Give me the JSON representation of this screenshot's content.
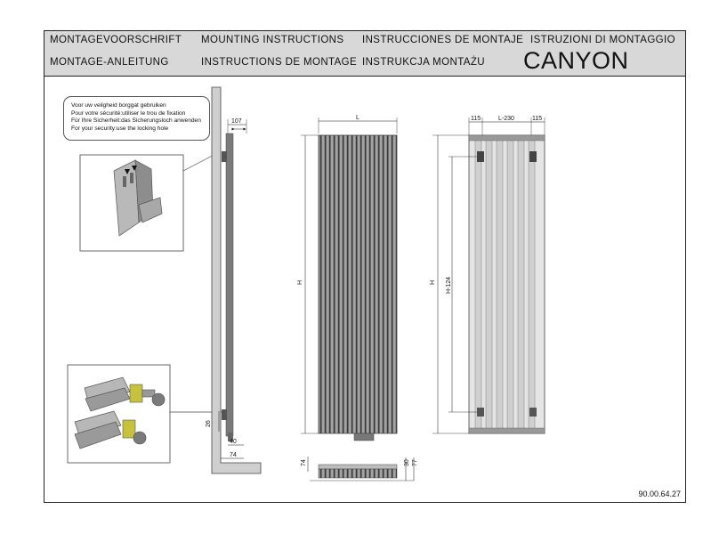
{
  "header": {
    "row1": [
      "MONTAGEVOORSCHRIFT",
      "MOUNTING INSTRUCTIONS",
      "INSTRUCCIONES DE MONTAJE",
      "ISTRUZIONI DI MONTAGGIO"
    ],
    "row2": [
      "MONTAGE-ANLEITUNG",
      "INSTRUCTIONS DE MONTAGE",
      "INSTRUKCJA MONTAŻU"
    ],
    "brand": "CANYON"
  },
  "safety_note": [
    "Voor uw veilgheid borggat gebruiken",
    "Pour votre sécurité:utiliser le trou de fixation",
    "Für Ihre Sicherheit:das Sicherungsloch anwenden",
    "For your security:use the locking hole"
  ],
  "dimensions": {
    "side_depth": "107",
    "width": "L",
    "height_front": "H",
    "height_back": "H",
    "bracket_spacing": "H-124",
    "left_offset": "115",
    "bracket_distance": "L-230",
    "right_offset": "115",
    "valve_height": "26",
    "valve_depth": "40",
    "wall_distance": "74",
    "bottom_depth": "74",
    "bottom_a": "30",
    "bottom_b": "77"
  },
  "document_number": "90.00.64.27"
}
